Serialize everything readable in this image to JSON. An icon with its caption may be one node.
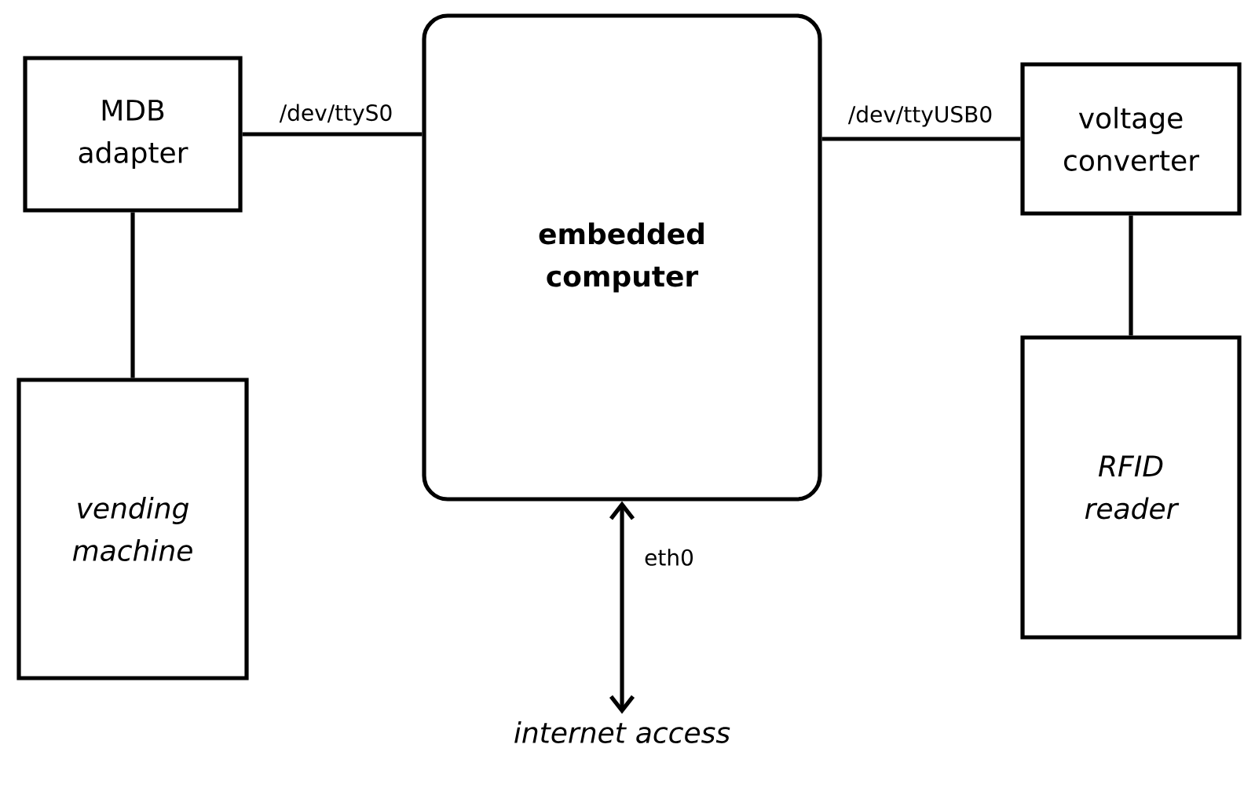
{
  "diagram": {
    "nodes": [
      {
        "text": [
          "MDB adapter"
        ]
      },
      {
        "text": [
          "embedded computer"
        ]
      },
      {
        "text": [
          "voltage converter"
        ]
      },
      {
        "text": [
          "vending machine"
        ]
      },
      {
        "text": [
          "RFID reader"
        ]
      },
      {
        "text": [
          "internet access"
        ]
      }
    ],
    "edges": [
      {
        "from": 0,
        "to": 1,
        "arrow": "none",
        "label": "/dev/ttyS0"
      },
      {
        "from": 1,
        "to": 2,
        "arrow": "none",
        "label": "/dev/ttyUSB0"
      },
      {
        "from": 0,
        "to": 3,
        "arrow": "none"
      },
      {
        "from": 2,
        "to": 4,
        "arrow": "none"
      },
      {
        "from": 1,
        "to": 5,
        "arrow": "both",
        "label": "eth0"
      }
    ]
  }
}
